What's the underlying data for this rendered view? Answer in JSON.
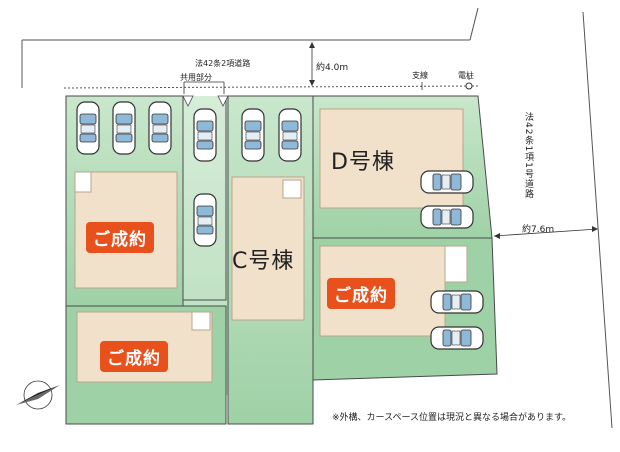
{
  "roads": {
    "north_road_label": "法42条2項道路",
    "north_road_width": "約4.0m",
    "east_road_label": "法42条1項1号道路",
    "east_road_width": "約7.6m",
    "shared_area_label": "共用部分"
  },
  "utilities": {
    "branch_line": "支線",
    "utility_pole": "電柱"
  },
  "lots": [
    {
      "id": "top-left",
      "status_label": "ご成約"
    },
    {
      "id": "bottom-left",
      "status_label": "ご成約"
    },
    {
      "id": "C",
      "building_label": "C号棟"
    },
    {
      "id": "D",
      "building_label": "D号棟"
    },
    {
      "id": "bottom-right",
      "status_label": "ご成約"
    }
  ],
  "note": "※外構、カースペース位置は現況と異なる場合があります。",
  "colors": {
    "lot_green": "#9fd1a6",
    "lot_green_light": "#c3e4c6",
    "building": "#f1e1cb",
    "sold_badge": "#e8501c",
    "road": "#ffffff"
  },
  "icons": [
    "compass-icon",
    "car-icon",
    "utility-pole-icon"
  ]
}
